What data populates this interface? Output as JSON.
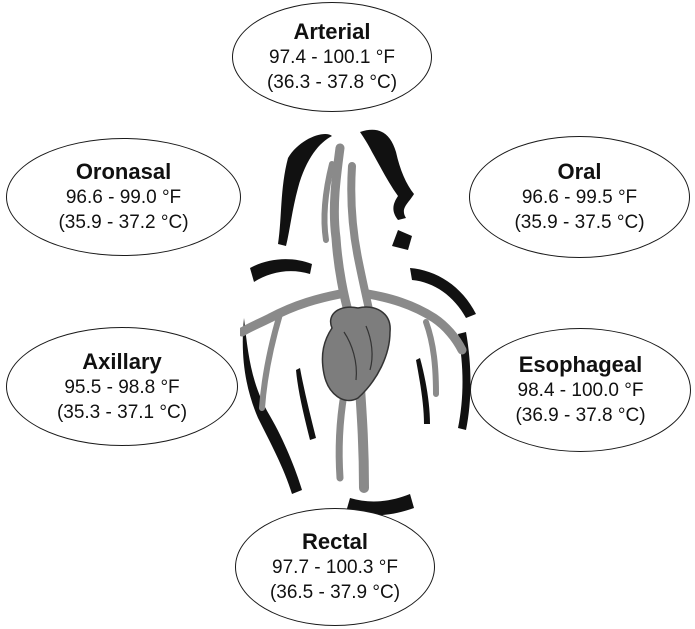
{
  "sites": {
    "arterial": {
      "name": "Arterial",
      "fahrenheit": "97.4 - 100.1 °F",
      "celsius": "(36.3 - 37.8 °C)"
    },
    "oronasal": {
      "name": "Oronasal",
      "fahrenheit": "96.6 - 99.0 °F",
      "celsius": "(35.9 - 37.2 °C)"
    },
    "oral": {
      "name": "Oral",
      "fahrenheit": "96.6 - 99.5 °F",
      "celsius": "(35.9 - 37.5 °C)"
    },
    "axillary": {
      "name": "Axillary",
      "fahrenheit": "95.5 - 98.8 °F",
      "celsius": "(35.3 - 37.1 °C)"
    },
    "esophageal": {
      "name": "Esophageal",
      "fahrenheit": "98.4 - 100.0 °F",
      "celsius": "(36.9 - 37.8 °C)"
    },
    "rectal": {
      "name": "Rectal",
      "fahrenheit": "97.7 - 100.3 °F",
      "celsius": "(36.5 - 37.9 °C)"
    }
  },
  "colors": {
    "outline": "#111111",
    "vessels": "#8a8a8a",
    "heart": "#7d7d7d"
  },
  "illustration": {
    "subject": "human torso silhouette with heart and blood vessels"
  }
}
